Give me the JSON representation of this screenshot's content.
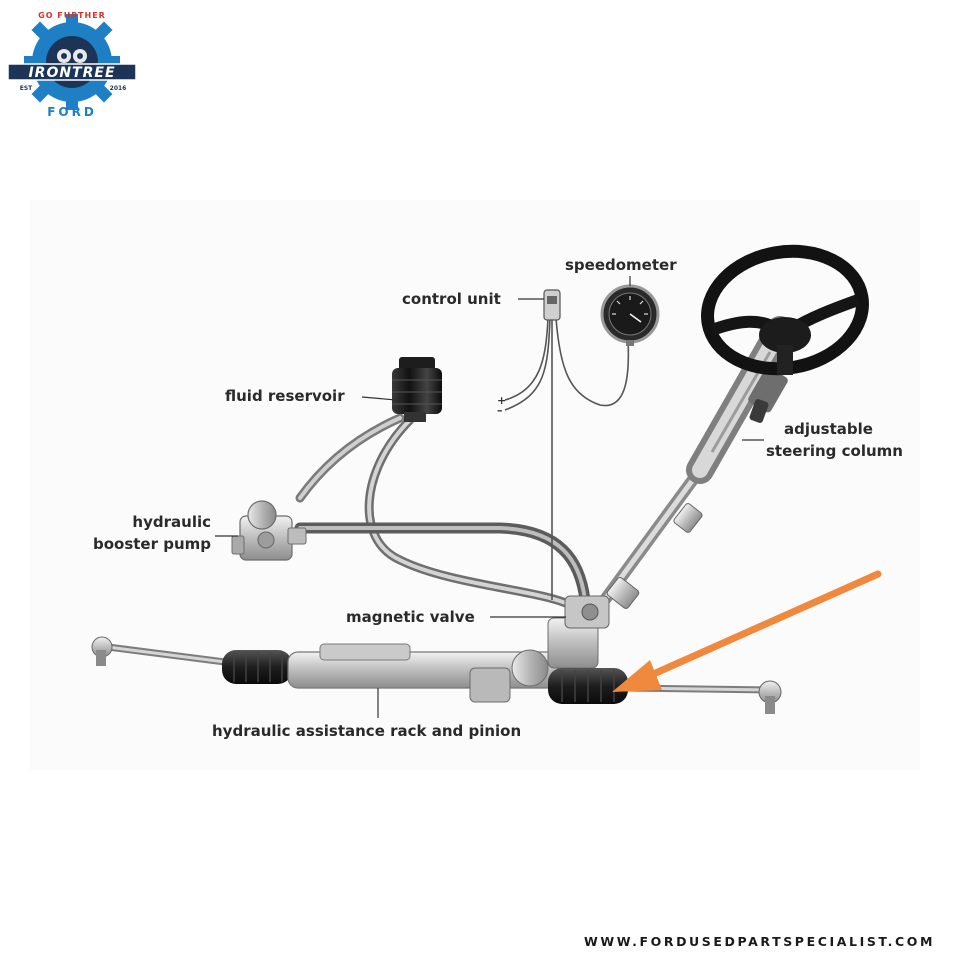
{
  "logo": {
    "top_text": "GO FURTHER",
    "brand": "IRONTREE",
    "est_left": "EST",
    "est_right": "2016",
    "bottom_text": "FORD"
  },
  "labels": {
    "speedometer": "speedometer",
    "control_unit": "control unit",
    "fluid_reservoir": "fluid reservoir",
    "hydraulic_booster_pump_line1": "hydraulic",
    "hydraulic_booster_pump_line2": "booster pump",
    "adjustable_steering_column_line1": "adjustable",
    "adjustable_steering_column_line2": "steering column",
    "magnetic_valve": "magnetic valve",
    "rack_and_pinion": "hydraulic assistance rack and pinion"
  },
  "wire_signs": {
    "plus": "+",
    "minus": "–"
  },
  "website": "WWW.FORDUSEDPARTSPECIALIST.COM",
  "colors": {
    "arrow": "#f0883e",
    "logo_gear": "#1f7fc4",
    "logo_dark": "#1c3557",
    "logo_accent": "#d8322b",
    "label_text": "#2a2a2a",
    "metal": "#cfcfcf"
  }
}
